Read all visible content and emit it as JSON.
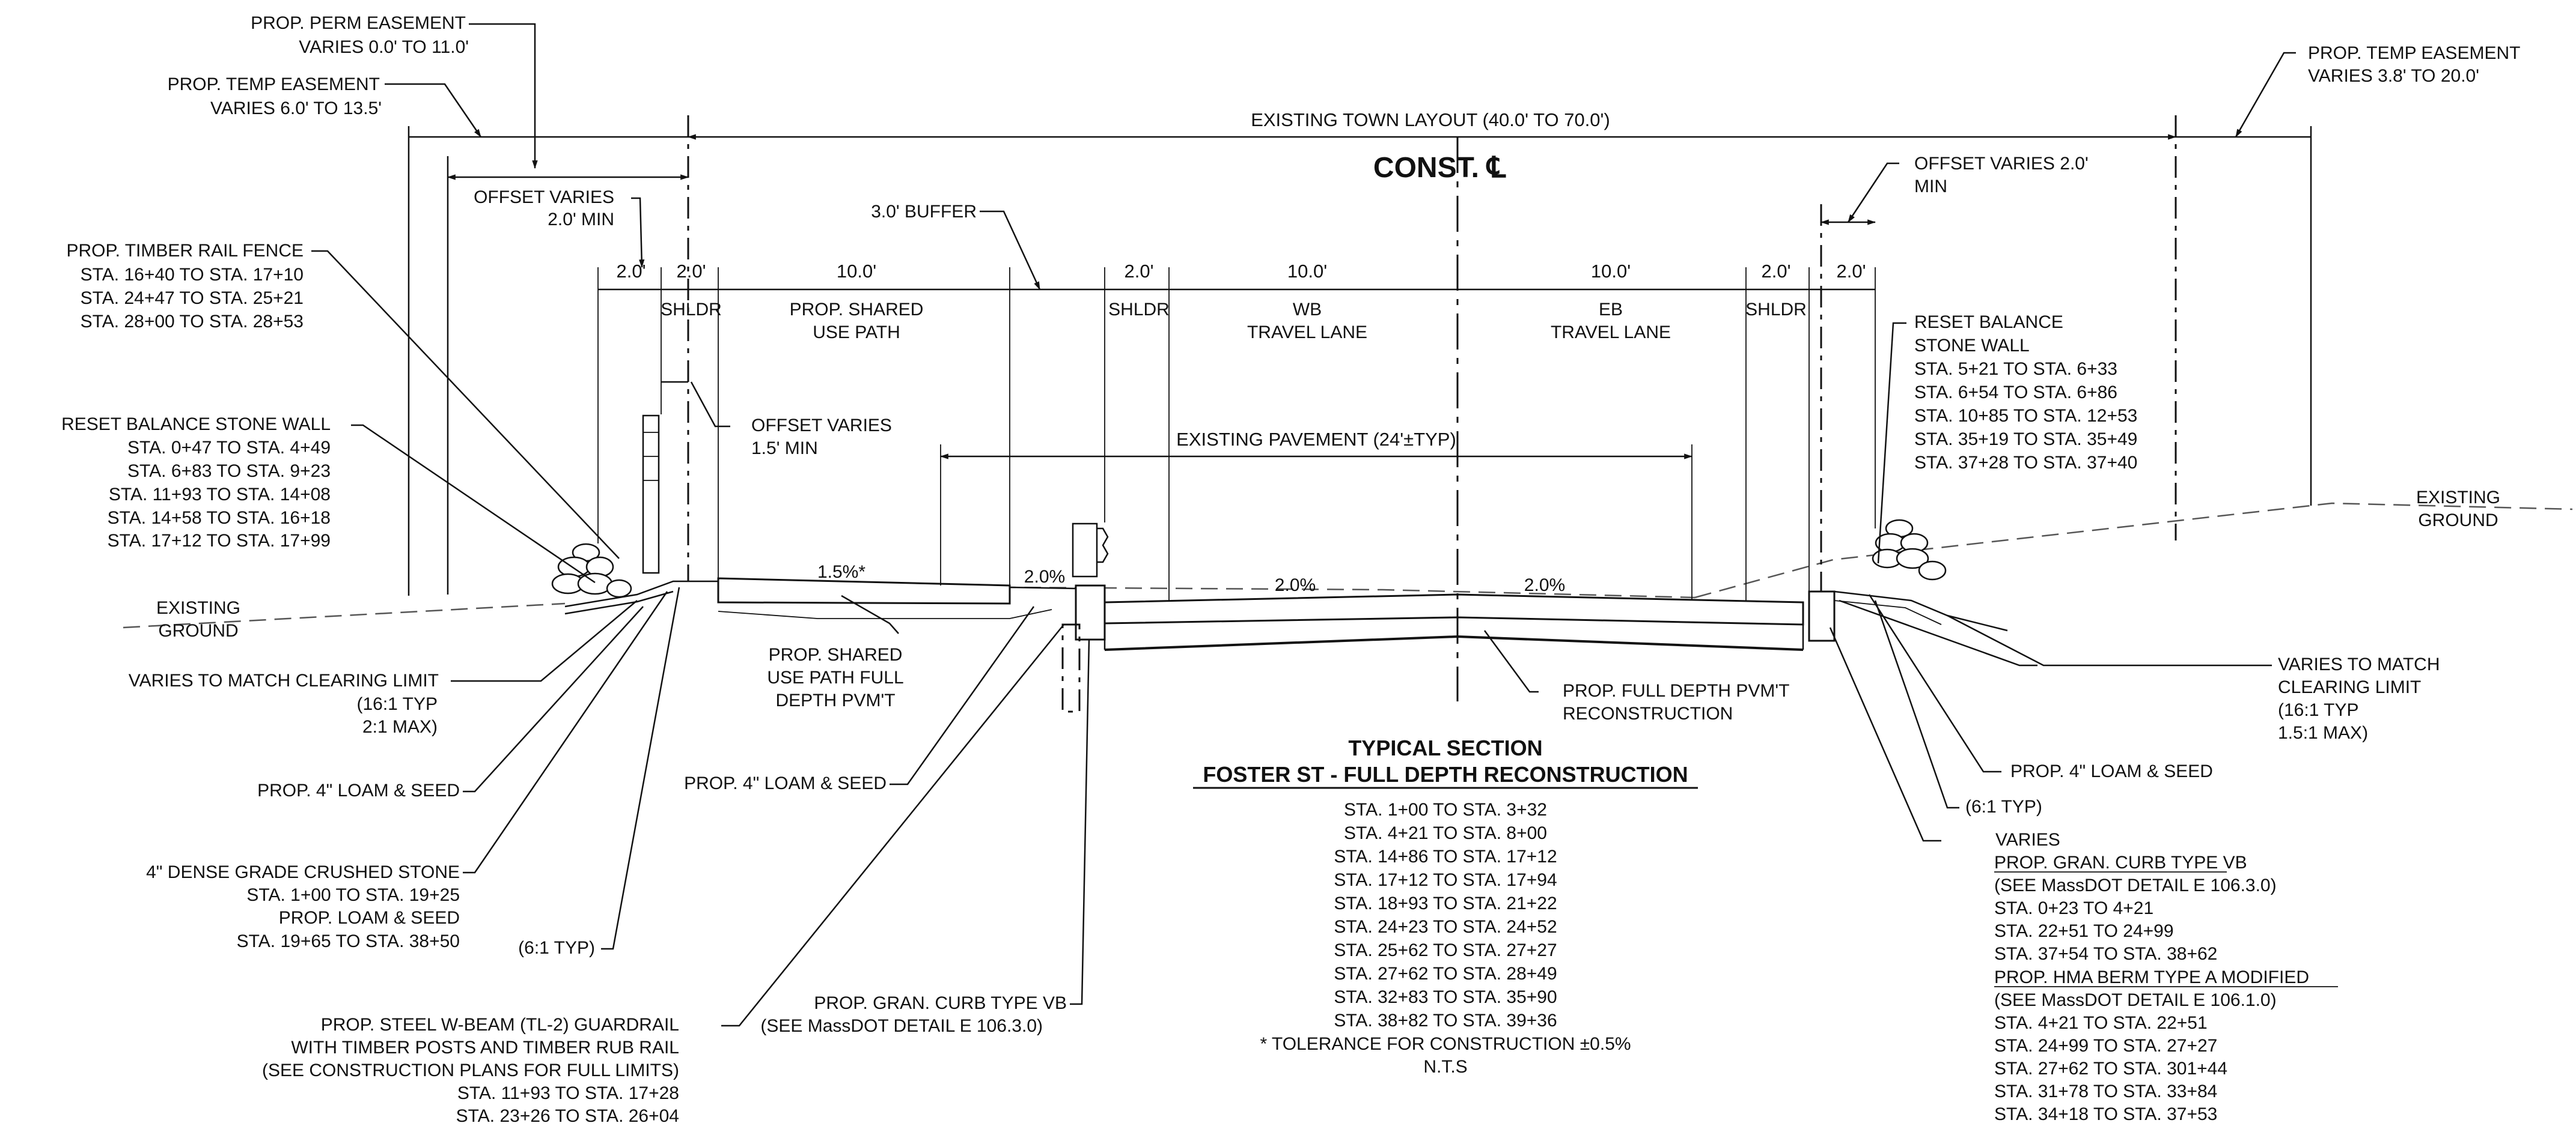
{
  "section_title": "TYPICAL SECTION",
  "section_subtitle": "FOSTER ST - FULL DEPTH RECONSTRUCTION",
  "centerline_label": "CONST. ℄",
  "existing_town_layout": "EXISTING TOWN LAYOUT  (40.0' TO 70.0')",
  "existing_pavement": "EXISTING PAVEMENT  (24'±TYP)",
  "lanes": {
    "shared_path_width": "10.0'",
    "shared_path_line1": "PROP. SHARED",
    "shared_path_line2": "USE PATH",
    "wb_width": "10.0'",
    "wb_line1": "WB",
    "wb_line2": "TRAVEL LANE",
    "eb_width": "10.0'",
    "eb_line1": "EB",
    "eb_line2": "TRAVEL LANE",
    "shldr": "SHLDR",
    "dim_2ft": "2.0'"
  },
  "slopes": {
    "path_slope": "1.5%*",
    "buffer_slope": "2.0%",
    "wb_slope": "2.0%",
    "eb_slope": "2.0%"
  },
  "callouts_left": {
    "perm_easement": [
      "PROP. PERM EASEMENT",
      "VARIES 0.0' TO 11.0'"
    ],
    "temp_easement": [
      "PROP. TEMP EASEMENT",
      "VARIES 6.0' TO 13.5'"
    ],
    "offset_varies_2": [
      "OFFSET VARIES",
      "2.0' MIN"
    ],
    "timber_fence": [
      "PROP. TIMBER RAIL FENCE",
      "STA. 16+40 TO STA. 17+10",
      "STA. 24+47 TO STA. 25+21",
      "STA. 28+00 TO STA. 28+53"
    ],
    "reset_wall": [
      "RESET BALANCE STONE WALL",
      "STA. 0+47 TO STA. 4+49",
      "STA. 6+83 TO STA. 9+23",
      "STA. 11+93 TO STA. 14+08",
      "STA. 14+58 TO STA. 16+18",
      "STA. 17+12 TO STA. 17+99"
    ],
    "existing_ground": [
      "EXISTING",
      "GROUND"
    ],
    "varies_match": [
      "VARIES TO MATCH CLEARING LIMIT",
      "(16:1 TYP",
      "2:1 MAX)"
    ],
    "loam_seed": "PROP. 4\" LOAM & SEED",
    "crushed_stone": [
      "4\" DENSE GRADE CRUSHED STONE",
      "STA. 1+00 TO STA. 19+25",
      "PROP. LOAM & SEED",
      "STA. 19+65 TO STA. 38+50"
    ],
    "six_one": "(6:1 TYP)",
    "guardrail": [
      "PROP. STEEL W-BEAM (TL-2) GUARDRAIL",
      "WITH TIMBER POSTS AND TIMBER RUB RAIL",
      "(SEE CONSTRUCTION PLANS FOR FULL LIMITS)",
      "STA. 11+93 TO STA. 17+28",
      "STA. 23+26 TO STA. 26+04"
    ]
  },
  "callouts_center": {
    "buffer": "3.0' BUFFER",
    "offset_varies_15": [
      "OFFSET VARIES",
      "1.5' MIN"
    ],
    "path_pvmt": [
      "PROP. SHARED",
      "USE PATH FULL",
      "DEPTH PVM'T"
    ],
    "loam_seed": "PROP. 4\" LOAM & SEED",
    "curb": [
      "PROP. GRAN. CURB TYPE VB",
      "(SEE MassDOT DETAIL E 106.3.0)"
    ],
    "full_depth": [
      "PROP. FULL DEPTH PVM'T",
      "RECONSTRUCTION"
    ],
    "stations": [
      "STA. 1+00 TO STA. 3+32",
      "STA.  4+21 TO STA. 8+00",
      "STA.  14+86 TO STA. 17+12",
      "STA.  17+12 TO STA. 17+94",
      "STA.  18+93 TO STA. 21+22",
      "STA.  24+23 TO STA. 24+52",
      "STA. 25+62 TO STA. 27+27",
      "STA. 27+62 TO STA. 28+49",
      "STA. 32+83 TO STA. 35+90",
      "STA. 38+82 TO STA. 39+36"
    ],
    "tolerance": "* TOLERANCE FOR CONSTRUCTION ±0.5%",
    "nts": "N.T.S"
  },
  "callouts_right": {
    "temp_easement": [
      "PROP. TEMP EASEMENT",
      "VARIES 3.8' TO 20.0'"
    ],
    "offset_varies": [
      "OFFSET VARIES 2.0'",
      "MIN"
    ],
    "reset_wall": [
      "RESET BALANCE",
      "STONE WALL",
      "STA. 5+21 TO STA. 6+33",
      "STA. 6+54 TO STA. 6+86",
      "STA. 10+85 TO STA. 12+53",
      "STA. 35+19 TO STA. 35+49",
      "STA. 37+28 TO STA. 37+40"
    ],
    "existing_ground": [
      "EXISTING",
      "GROUND"
    ],
    "varies_match": [
      "VARIES TO MATCH",
      "CLEARING LIMIT",
      "(16:1 TYP",
      " 1.5:1 MAX)"
    ],
    "loam_seed": "PROP. 4\" LOAM & SEED",
    "six_one": "(6:1 TYP)",
    "varies": "VARIES",
    "curb_title": "PROP. GRAN. CURB TYPE VB",
    "curb_lines": [
      "(SEE MassDOT DETAIL E 106.3.0)",
      "STA. 0+23 TO 4+21",
      "STA. 22+51 TO 24+99",
      "STA. 37+54 TO STA. 38+62"
    ],
    "berm_title": "PROP. HMA BERM TYPE A MODIFIED",
    "berm_lines": [
      "(SEE MassDOT DETAIL E 106.1.0)",
      "STA. 4+21 TO STA. 22+51",
      "STA. 24+99 TO STA. 27+27",
      "STA. 27+62 TO STA. 301+44",
      "STA. 31+78 TO STA. 33+84",
      "STA. 34+18 TO STA. 37+53"
    ]
  }
}
